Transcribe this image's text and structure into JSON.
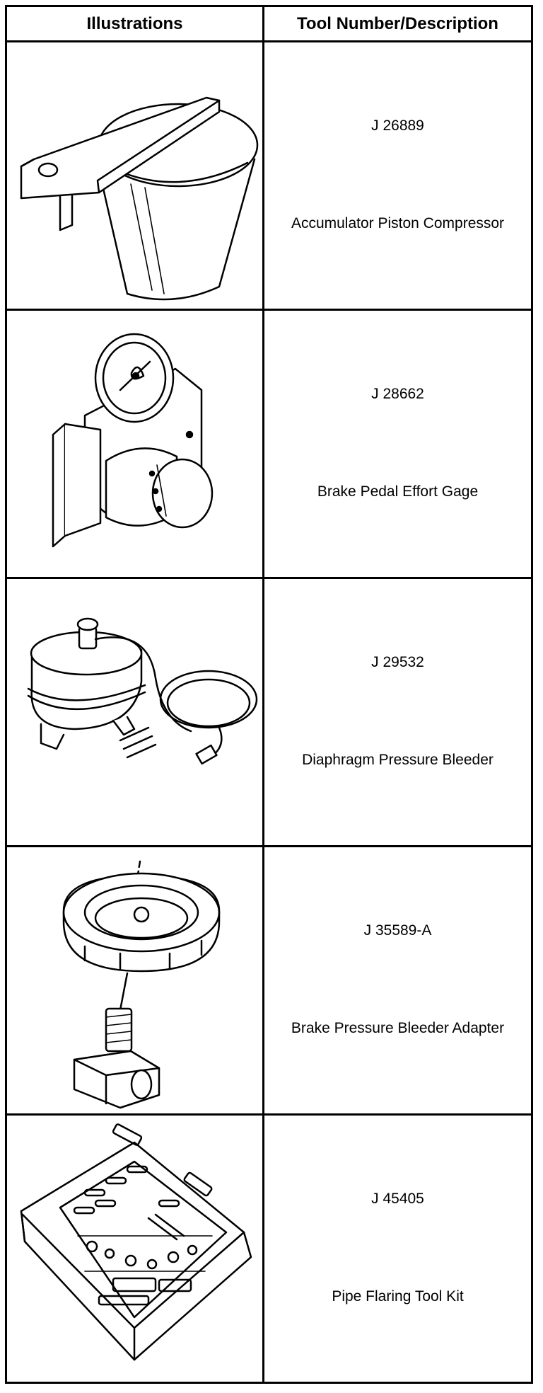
{
  "header": {
    "illustrations": "Illustrations",
    "tool": "Tool Number/Description"
  },
  "rows": [
    {
      "number": "J 26889",
      "description": "Accumulator Piston Compressor",
      "icon": "piston-compressor-illustration"
    },
    {
      "number": "J 28662",
      "description": "Brake Pedal Effort Gage",
      "icon": "effort-gage-illustration"
    },
    {
      "number": "J 29532",
      "description": "Diaphragm Pressure Bleeder",
      "icon": "pressure-bleeder-illustration"
    },
    {
      "number": "J 35589-A",
      "description": "Brake Pressure Bleeder Adapter",
      "icon": "bleeder-adapter-illustration"
    },
    {
      "number": "J 45405",
      "description": "Pipe Flaring Tool Kit",
      "icon": "flaring-kit-illustration"
    }
  ]
}
